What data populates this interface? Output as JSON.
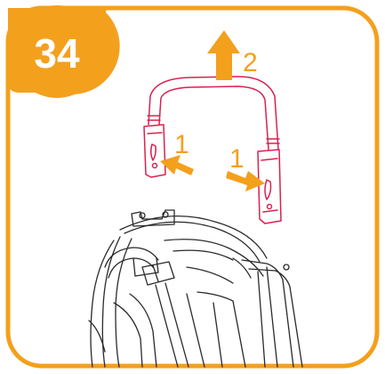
{
  "step": {
    "number": "34",
    "badge_color": "#f3a01d"
  },
  "labels": {
    "lift": "2",
    "press_left": "1",
    "press_right": "1"
  },
  "colors": {
    "frame": "#f3a01d",
    "arrow": "#f3a01d",
    "bumper_bar": "#d9214f",
    "linework": "#2a2a2a"
  }
}
